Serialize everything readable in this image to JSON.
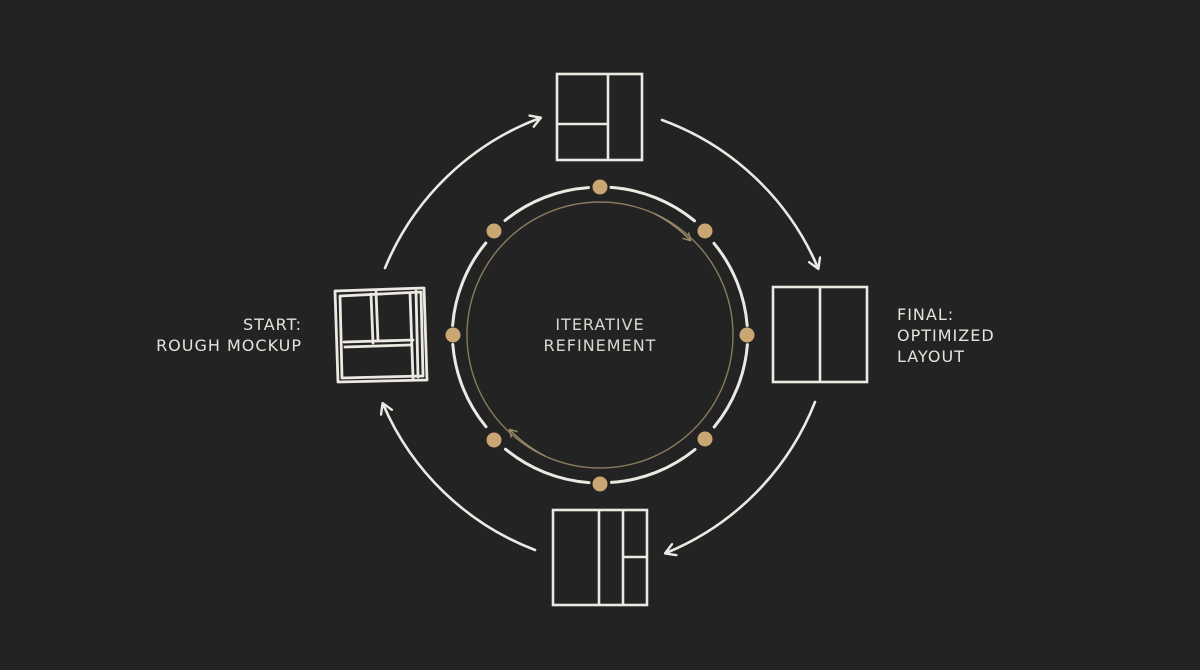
{
  "labels": {
    "start_line1": "START:",
    "start_line2": "ROUGH MOCKUP",
    "final_line1": "FINAL:",
    "final_line2": "OPTIMIZED",
    "final_line3": "LAYOUT",
    "center_line1": "ITERATIVE",
    "center_line2": "REFINEMENT"
  },
  "colors": {
    "background": "#232323",
    "stroke": "#ece9e2",
    "accent_gold": "#c9a673",
    "inner_ring": "#8a7a5e"
  },
  "diagram": {
    "stages": [
      {
        "name": "top-layout-icon"
      },
      {
        "name": "final-layout-icon"
      },
      {
        "name": "bottom-layout-icon"
      },
      {
        "name": "start-mockup-icon"
      }
    ],
    "ring_nodes": 8
  }
}
